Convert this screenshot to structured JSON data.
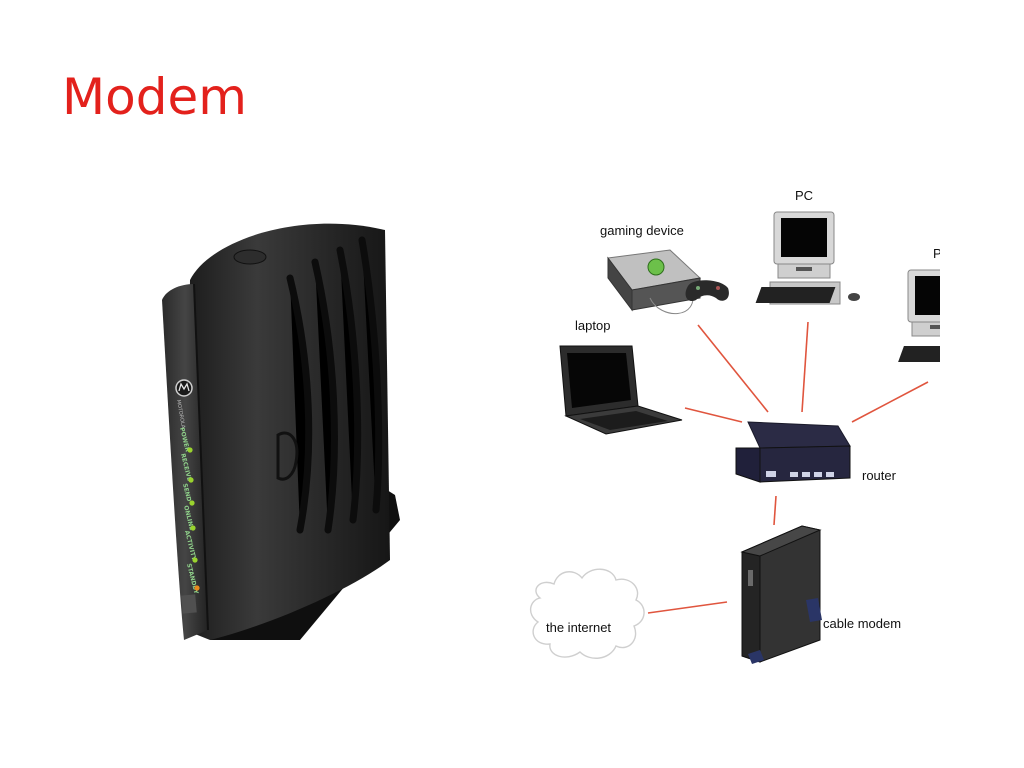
{
  "slide": {
    "title": "Modem",
    "title_color": "#e3211c"
  },
  "modem_photo": {
    "brand": "MOTOROLA",
    "led_labels": [
      "POWER",
      "RECEIVE",
      "SEND",
      "ONLINE",
      "ACTIVITY",
      "STANDBY"
    ],
    "led_color": "#9ad32e",
    "standby_led_color": "#e88a1c"
  },
  "network_diagram": {
    "link_color": "#e0553e",
    "labels": {
      "pc_top": "PC",
      "pc_right": "PC",
      "gaming_device": "gaming device",
      "laptop": "laptop",
      "router": "router",
      "cable_modem": "cable modem",
      "internet": "the internet"
    }
  }
}
